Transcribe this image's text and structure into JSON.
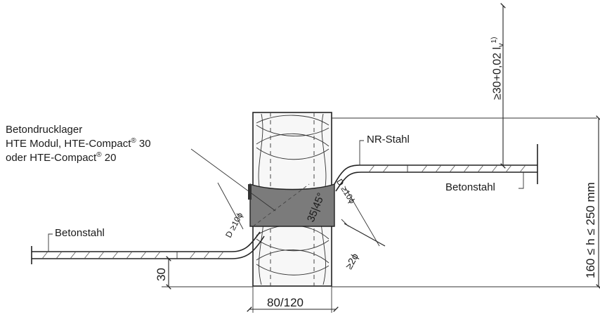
{
  "labels": {
    "bearing_line1": "Betondrucklager",
    "bearing_line2_prefix": "HTE Modul, HTE-Compact",
    "bearing_line2_sup": "®",
    "bearing_line2_suffix": " 30",
    "bearing_line3_prefix": "oder HTE-Compact",
    "bearing_line3_sup": "®",
    "bearing_line3_suffix": " 20",
    "nr_stahl": "NR-Stahl",
    "betonstahl_left": "Betonstahl",
    "betonstahl_right": "Betonstahl",
    "bend_left": "D ≥10ϕ",
    "bend_right": "D ≥10ϕ",
    "angle": "35|45°",
    "two_phi": "≥2ϕ"
  },
  "dimensions": {
    "top_text": "≥30+0,02 l",
    "top_sub": "v",
    "top_sup": "1)",
    "height": "160 ≤  h  ≤ 250 mm",
    "cover": "30",
    "width": "80/120"
  }
}
